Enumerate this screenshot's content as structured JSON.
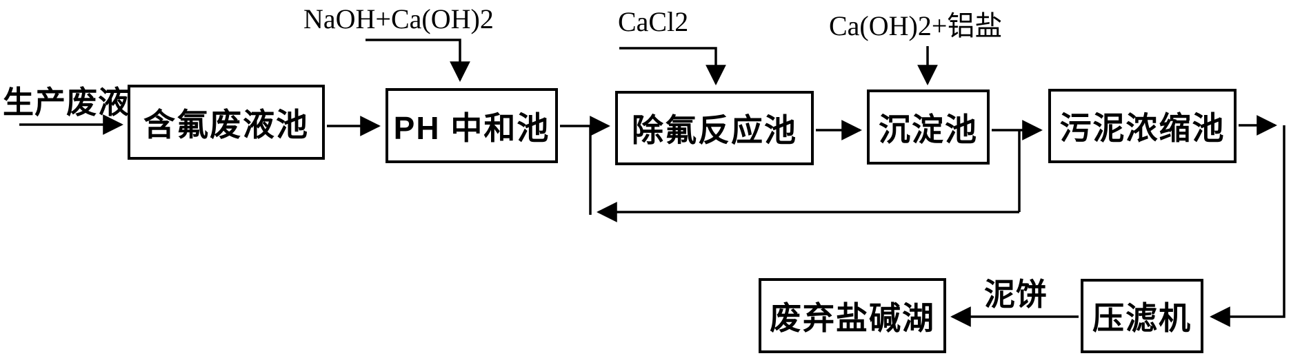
{
  "diagram": {
    "source_label": "生产废液",
    "mud_cake_label": "泥饼",
    "reagents": {
      "naoh_caoh": "NaOH+Ca(OH)2",
      "cacl2": "CaCl2",
      "caoh_aluminum_salt": "Ca(OH)2+铝盐"
    },
    "boxes": {
      "fluoride_waste_pool": "含氟废液池",
      "ph_neutralize_pool": "PH 中和池",
      "defluorination_pool": "除氟反应池",
      "sedimentation_pool": "沉淀池",
      "sludge_thickener": "污泥浓缩池",
      "salt_alkali_lake": "废弃盐碱湖",
      "filter_press": "压滤机"
    },
    "colors": {
      "line": "#000000",
      "background": "#ffffff"
    }
  }
}
